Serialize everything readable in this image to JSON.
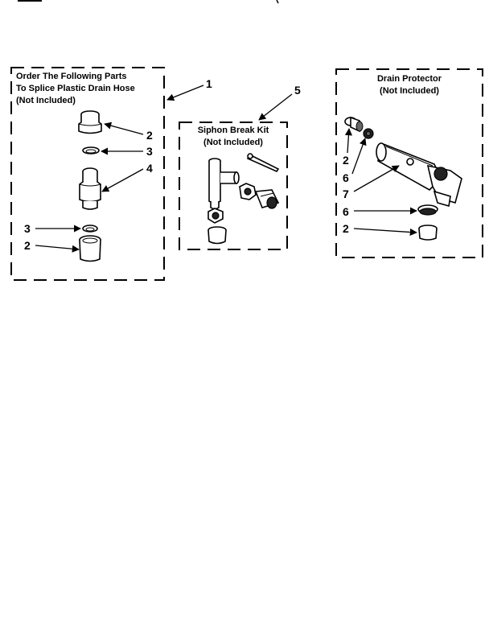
{
  "groups": {
    "splice": {
      "title_lines": [
        "Order The Following Parts",
        "To Splice Plastic Drain Hose",
        "(Not Included)"
      ],
      "group_callout": "1",
      "callouts": [
        "2",
        "3",
        "4",
        "3",
        "2"
      ]
    },
    "siphon": {
      "title_lines": [
        "Siphon Break Kit",
        "(Not Included)"
      ],
      "group_callout": "5"
    },
    "drain": {
      "title_lines": [
        "Drain Protector",
        "(Not Included)"
      ],
      "callouts": [
        "2",
        "6",
        "7",
        "6",
        "2"
      ]
    }
  }
}
